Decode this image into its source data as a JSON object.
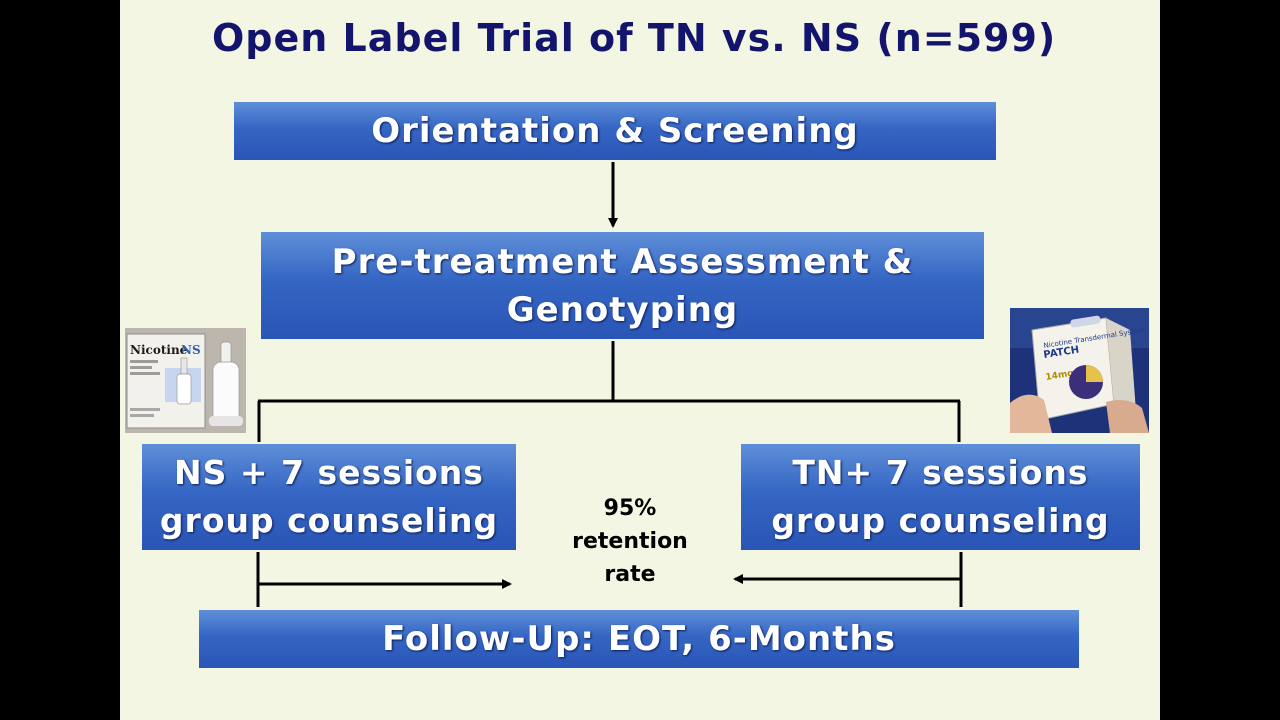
{
  "title": "Open Label Trial of TN vs. NS (n=599)",
  "boxes": {
    "orientation": "Orientation & Screening",
    "pretreatment": [
      "Pre-treatment Assessment &",
      "Genotyping"
    ],
    "ns_arm": [
      "NS + 7 sessions",
      "group counseling"
    ],
    "tn_arm": [
      "TN+ 7 sessions",
      "group counseling"
    ],
    "followup": "Follow-Up: EOT, 6-Months"
  },
  "retention_note": [
    "95%",
    "retention",
    "rate"
  ],
  "photos": {
    "ns_product": {
      "brand": "Nicotine",
      "brand_suffix": "NS"
    },
    "tn_product": {
      "label": "PATCH"
    }
  },
  "colors": {
    "title": "#13146b",
    "box_fill": "#3566c4",
    "box_text": "#ffffff",
    "slide_background": "#f4f6e4"
  }
}
